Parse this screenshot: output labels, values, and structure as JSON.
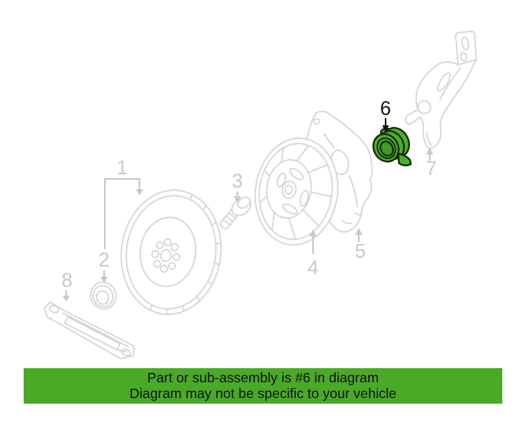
{
  "banner": {
    "line1": "Part or sub-assembly is #6 in diagram",
    "line2": "Diagram may not be specific to your vehicle"
  },
  "diagram": {
    "highlighted_part_number": "6",
    "part_labels": [
      "1",
      "2",
      "3",
      "4",
      "5",
      "6",
      "7",
      "8"
    ],
    "colors": {
      "background": "#ffffff",
      "line_art_gray": "#d5d5d5",
      "label_gray": "#c8c8c8",
      "highlight_green_fill": "#4caf28",
      "highlight_outline": "#15270a",
      "banner_background": "#4aaa27",
      "banner_text": "#121212",
      "highlight_label_black": "#111111"
    }
  }
}
